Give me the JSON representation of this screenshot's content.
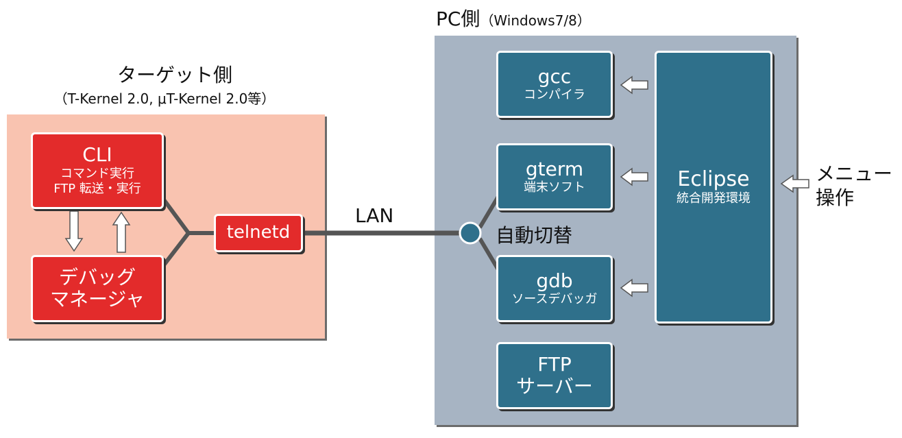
{
  "target": {
    "title": "ターゲット側",
    "subtitle": "（T-Kernel 2.0, μT-Kernel 2.0等）",
    "cli": {
      "title": "CLI",
      "line1": "コマンド実行",
      "line2": "FTP 転送・実行"
    },
    "debug_manager": {
      "line1": "デバッグ",
      "line2": "マネージャ"
    },
    "telnetd": "telnetd"
  },
  "network": {
    "lan": "LAN",
    "auto_switch": "自動切替"
  },
  "pc": {
    "title": "PC側",
    "subtitle": "（Windows7/8）",
    "gcc": {
      "title": "gcc",
      "sub": "コンパイラ"
    },
    "gterm": {
      "title": "gterm",
      "sub": "端末ソフト"
    },
    "gdb": {
      "title": "gdb",
      "sub": "ソースデバッガ"
    },
    "ftp": {
      "line1": "FTP",
      "line2": "サーバー"
    },
    "eclipse": {
      "title": "Eclipse",
      "sub": "統合開発環境"
    }
  },
  "menu": {
    "line1": "メニュー",
    "line2": "操作"
  }
}
